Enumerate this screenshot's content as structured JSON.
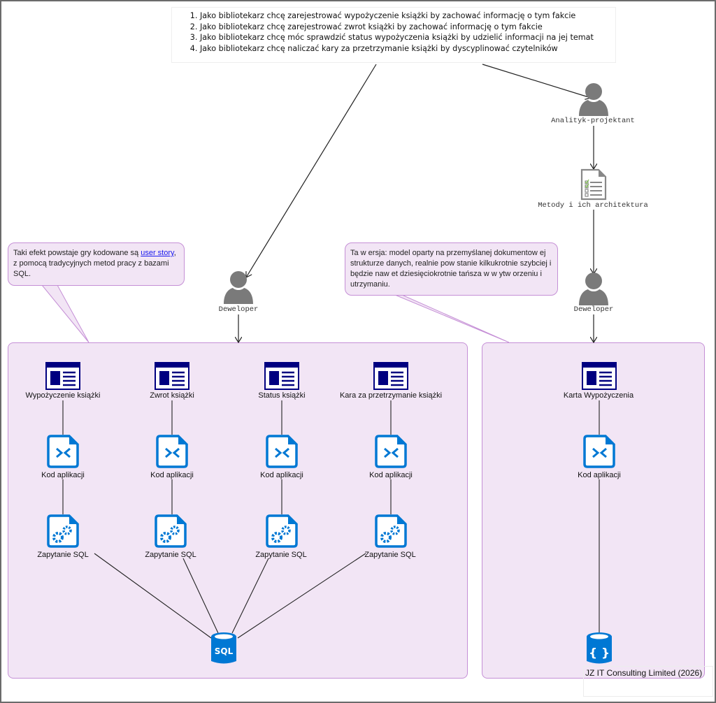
{
  "user_stories": [
    "Jako bibliotekarz chcę zarejestrować wypożyczenie książki by zachować informację o tym fakcie",
    "Jako bibliotekarz chcę zarejestrować zwrot książki by zachować informację o tym fakcie",
    "Jako bibliotekarz chcę móc sprawdzić status wypożyczenia książki by udzielić informacji na jej temat",
    "Jako bibliotekarz chcę naliczać kary za przetrzymanie książki by dyscyplinować czytelników"
  ],
  "actors": {
    "analyst": "Analityk-projektant",
    "methods_doc": "Metody i ich architektura",
    "developer_left": "Deweloper",
    "developer_right": "Deweloper"
  },
  "callouts": {
    "left": {
      "text_before": "Taki efekt powstaje gry kodowane są ",
      "link": "user story",
      "text_after": ", z pomocą tradycyjnych metod pracy z bazami SQL."
    },
    "right": {
      "text": "Ta w ersja: model oparty na przemyślanej dokumentow ej strukturze danych, realnie pow stanie kilkukrotnie szybciej i będzie naw et dziesięciokrotnie tańsza w  w ytw orzeniu i utrzymaniu."
    }
  },
  "left_group": {
    "columns": [
      {
        "form": "Wypożyczenie książki",
        "code": "Kod aplikacji",
        "query": "Zapytanie SQL"
      },
      {
        "form": "Zwrot książki",
        "code": "Kod aplikacji",
        "query": "Zapytanie SQL"
      },
      {
        "form": "Status książki",
        "code": "Kod aplikacji",
        "query": "Zapytanie SQL"
      },
      {
        "form": "Kara za przetrzymanie książki",
        "code": "Kod aplikacji",
        "query": "Zapytanie SQL"
      }
    ],
    "database_label": "SQL"
  },
  "right_group": {
    "form": "Karta Wypożyczenia",
    "code": "Kod aplikacji",
    "database_glyph": "{ }"
  },
  "footer": "JZ IT Consulting Limited (2026)",
  "colors": {
    "group_fill": "#f2e5f5",
    "group_border": "#c58fd6",
    "form_icon": "#000080",
    "azure_blue": "#0078d4",
    "person_gray": "#7a7a7a"
  }
}
